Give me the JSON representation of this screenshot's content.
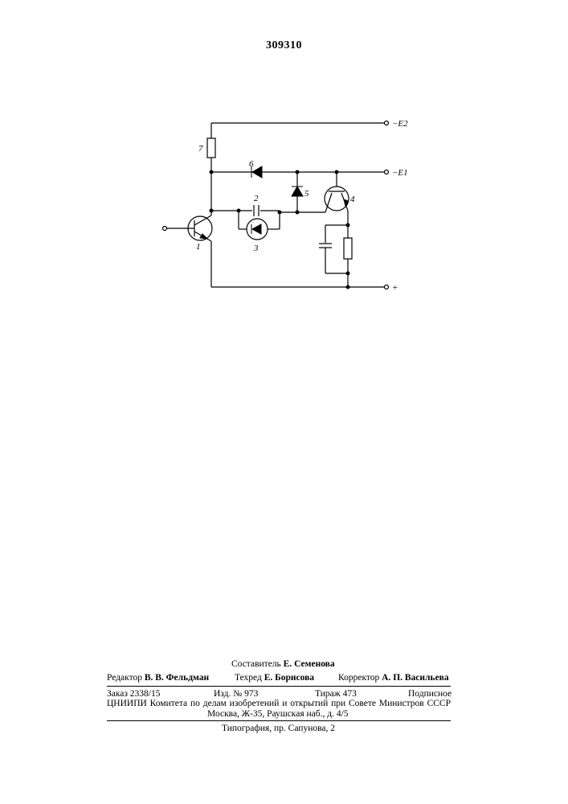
{
  "patent_number": "309310",
  "diagram": {
    "terminals": [
      "−E2",
      "−E1",
      "+"
    ],
    "component_labels": [
      "1",
      "2",
      "3",
      "4",
      "5",
      "6",
      "7"
    ]
  },
  "colophon": {
    "compiler_label": "Составитель",
    "compiler_name": "Е. Семенова",
    "editor_label": "Редактор",
    "editor_name": "В. В. Фельдман",
    "techred_label": "Техред",
    "techred_name": "Е. Борисова",
    "corrector_label": "Корректор",
    "corrector_name": "А. П. Васильева",
    "order": "Заказ 2338/15",
    "edition": "Изд. № 973",
    "circulation": "Тираж 473",
    "subscription": "Подписное",
    "institute_line": "ЦНИИПИ Комитета по делам изобретений и открытий при Совете Министров СССР",
    "address_line": "Москва, Ж-35, Раушская наб., д. 4/5",
    "printer_line": "Типография, пр. Сапунова, 2"
  }
}
